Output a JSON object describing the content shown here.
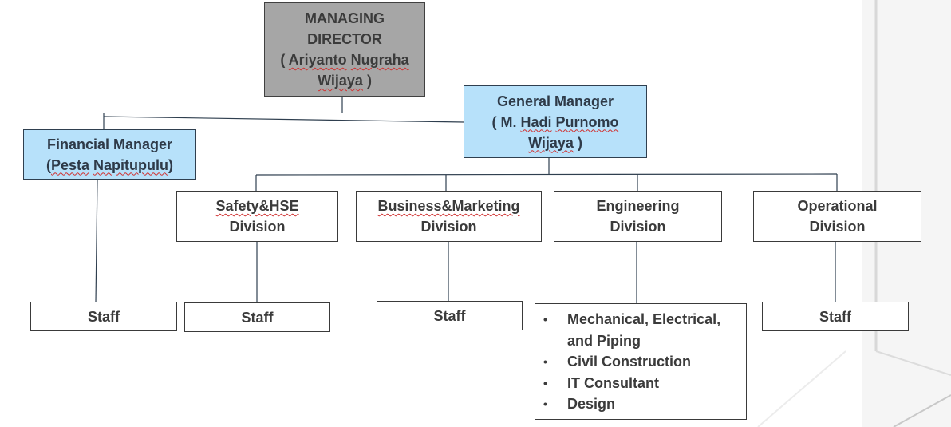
{
  "chart": {
    "managing_director": {
      "line1": "MANAGING",
      "line2": "DIRECTOR",
      "name_open": "( ",
      "name_first": "Ariyanto",
      "name_mid": "Nugraha",
      "name_last": "Wijaya",
      "name_close": " )"
    },
    "general_manager": {
      "title": "General Manager",
      "name_open": "( M. ",
      "name_first": "Hadi",
      "name_mid": "Purnomo",
      "name_last": "Wijaya",
      "name_close": " )"
    },
    "financial_manager": {
      "title": "Financial Manager",
      "name_open": "(",
      "name_first": "Pesta",
      "name_last": "Napitupulu",
      "name_close": ")"
    },
    "divisions": [
      {
        "line1": "Safety&HSE",
        "line2": "Division"
      },
      {
        "line1": "Business&Marketing",
        "line2": "Division"
      },
      {
        "line1": "Engineering",
        "line2": "Division"
      },
      {
        "line1": "Operational",
        "line2": "Division"
      }
    ],
    "staff_label": "Staff",
    "engineering_units": {
      "bullet": "•",
      "items": [
        "Mechanical,  Electrical,",
        "Civil Construction",
        "IT Consultant",
        "Design"
      ],
      "item0_cont": "and Piping"
    },
    "colors": {
      "director_fill": "#a6a6a6",
      "manager_fill": "#b7e1fa",
      "division_fill": "#ffffff",
      "line": "#2f3f4f"
    }
  }
}
